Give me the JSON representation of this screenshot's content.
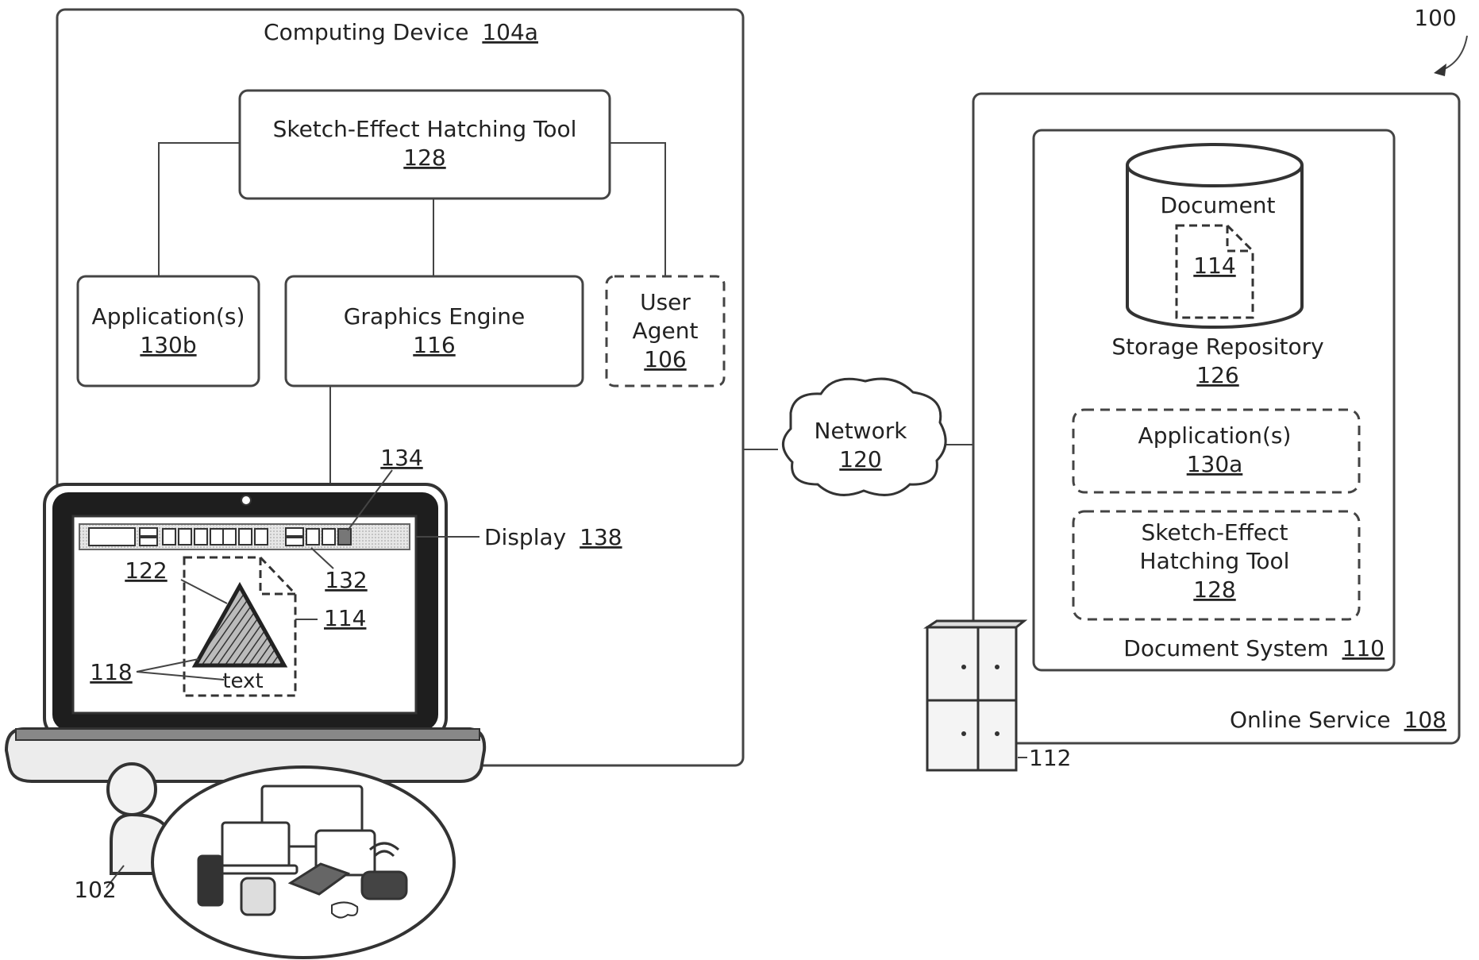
{
  "figure_ref": "100",
  "computing_device": {
    "label": "Computing Device",
    "ref": "104a"
  },
  "hatching_tool_local": {
    "label": "Sketch-Effect Hatching Tool",
    "ref": "128"
  },
  "applications_local": {
    "label": "Application(s)",
    "ref": "130b"
  },
  "graphics_engine": {
    "label": "Graphics Engine",
    "ref": "116"
  },
  "user_agent": {
    "line1": "User",
    "line2": "Agent",
    "ref": "106"
  },
  "display": {
    "label": "Display",
    "ref": "138"
  },
  "screen_refs": {
    "toolbar_item": "134",
    "toolbar": "132",
    "shape": "122",
    "document": "114",
    "text_elements": "118",
    "text": "text"
  },
  "user_ref": "102",
  "network": {
    "label": "Network",
    "ref": "120"
  },
  "online_service": {
    "label": "Online Service",
    "ref": "108"
  },
  "document_system": {
    "label": "Document System",
    "ref": "110"
  },
  "storage": {
    "doc_label": "Document",
    "doc_ref": "114",
    "label": "Storage Repository",
    "ref": "126"
  },
  "applications_remote": {
    "label": "Application(s)",
    "ref": "130a"
  },
  "hatching_tool_remote": {
    "line1": "Sketch-Effect",
    "line2": "Hatching Tool",
    "ref": "128"
  },
  "server_ref": "112"
}
